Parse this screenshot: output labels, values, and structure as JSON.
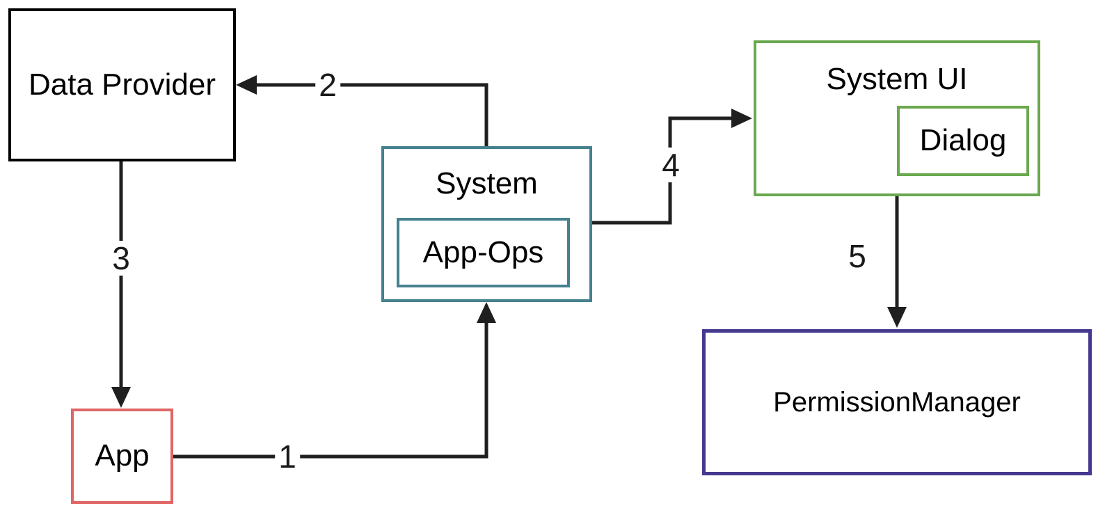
{
  "diagram": {
    "nodes": {
      "data_provider": {
        "label": "Data Provider",
        "border_color": "#000000"
      },
      "app": {
        "label": "App",
        "border_color": "#e06666"
      },
      "system": {
        "label": "System",
        "border_color": "#45818e"
      },
      "app_ops": {
        "label": "App-Ops",
        "border_color": "#45818e"
      },
      "system_ui": {
        "label": "System UI",
        "border_color": "#6aa84f"
      },
      "dialog": {
        "label": "Dialog",
        "border_color": "#6aa84f"
      },
      "permission_manager": {
        "label": "PermissionManager",
        "border_color": "#44398f"
      }
    },
    "edges": [
      {
        "label": "1",
        "from": "App",
        "to": "System"
      },
      {
        "label": "2",
        "from": "System",
        "to": "Data Provider"
      },
      {
        "label": "3",
        "from": "Data Provider",
        "to": "App"
      },
      {
        "label": "4",
        "from": "System",
        "to": "System UI"
      },
      {
        "label": "5",
        "from": "System UI",
        "to": "PermissionManager"
      }
    ],
    "colors": {
      "background": "#ffffff",
      "arrow": "#1f1f1f",
      "black_border": "#000000",
      "red_border": "#e06666",
      "teal_border": "#45818e",
      "green_border": "#6aa84f",
      "indigo_border": "#44398f",
      "text": "#000000"
    }
  }
}
